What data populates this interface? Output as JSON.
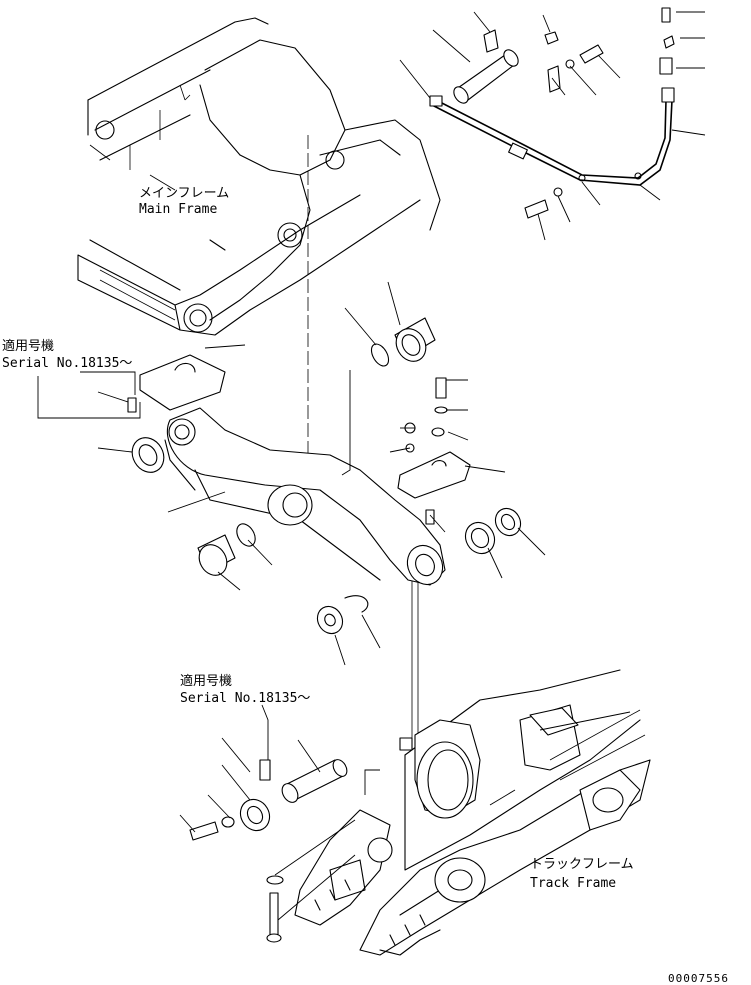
{
  "labels": {
    "main_frame_jp": "メインフレーム",
    "main_frame_en": "Main Frame",
    "serial_jp_1": "適用号機",
    "serial_en_1": "Serial No.18135～",
    "serial_jp_2": "適用号機",
    "serial_en_2": "Serial No.18135～",
    "track_frame_jp": "トラックフレーム",
    "track_frame_en": "Track Frame",
    "drawing_number": "00007556"
  }
}
